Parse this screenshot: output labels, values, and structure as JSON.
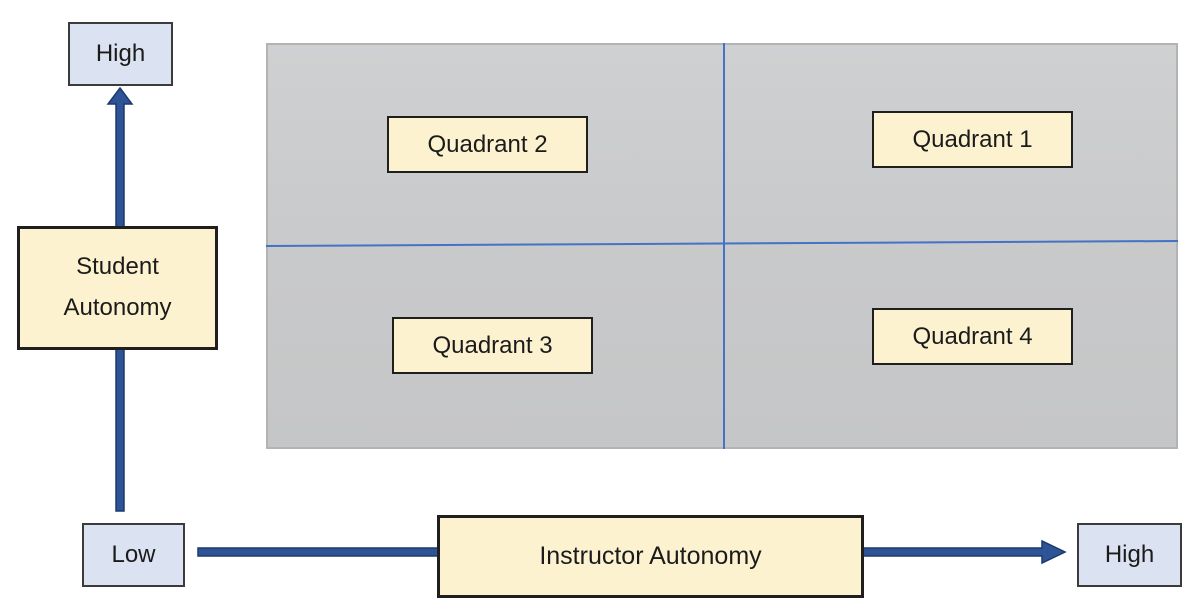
{
  "diagram": {
    "type": "quadrant-matrix",
    "y_axis": {
      "label": "Student Autonomy",
      "top_label": "High",
      "bottom_label": "Low"
    },
    "x_axis": {
      "label": "Instructor Autonomy",
      "right_label": "High"
    },
    "quadrants": [
      {
        "label": "Quadrant 1",
        "position": "top-right"
      },
      {
        "label": "Quadrant 2",
        "position": "top-left"
      },
      {
        "label": "Quadrant 3",
        "position": "bottom-left"
      },
      {
        "label": "Quadrant 4",
        "position": "bottom-right"
      }
    ],
    "colors": {
      "axis_endpoint_fill": "#dbe3f2",
      "label_box_fill": "#fdf2d0",
      "quadrant_area_fill": "#c9cacb",
      "arrow_fill": "#2e5397",
      "arrow_outline": "#1b3a6b",
      "divider_line": "#4472c4",
      "box_border": "#1f1f1f",
      "text": "#1b1b1b"
    }
  }
}
